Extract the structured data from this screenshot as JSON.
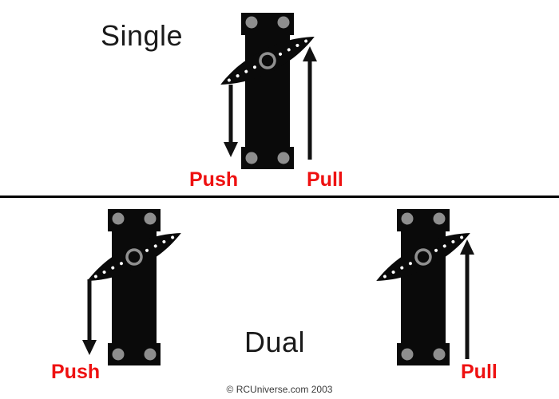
{
  "page": {
    "background": "#ffffff"
  },
  "colors": {
    "label_red": "#ee1111",
    "heading_dark": "#1a1a1a",
    "servo_black": "#0a0a0a",
    "screw_gray": "#8e8e8e",
    "hub_ring_gray": "#909090",
    "arrow_black": "#111111",
    "divider_black": "#000000",
    "copyright_gray": "#3a3a3a"
  },
  "sections": {
    "single": {
      "title": "Single",
      "push_label": "Push",
      "pull_label": "Pull"
    },
    "dual": {
      "title": "Dual",
      "push_label": "Push",
      "pull_label": "Pull"
    }
  },
  "footer": {
    "copyright": "© RCUniverse.com 2003"
  }
}
